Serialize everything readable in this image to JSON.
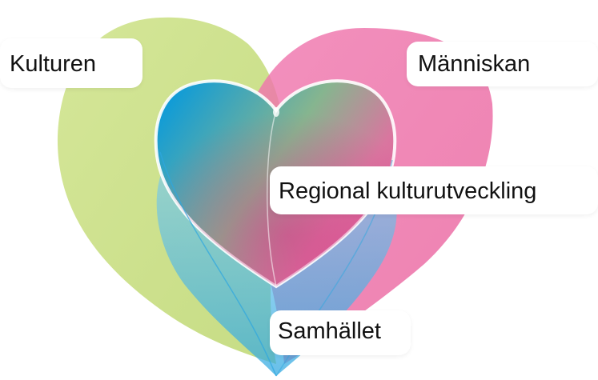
{
  "diagram": {
    "labels": {
      "culture": "Kulturen",
      "human": "Människan",
      "regional": "Regional kulturutveckling",
      "society": "Samhället"
    },
    "colors": {
      "culture_heart": "#bfd96a",
      "human_heart": "#ec6aa4",
      "society_heart": "#55b7e6",
      "center_gradient_left": "#1aa0d8",
      "center_gradient_mid": "#8fb986",
      "center_gradient_right": "#e8609c",
      "outline": "#ffffff"
    },
    "icons": [
      "green-heart-shape",
      "pink-heart-shape",
      "blue-heart-shape",
      "gradient-heart-shape"
    ]
  }
}
